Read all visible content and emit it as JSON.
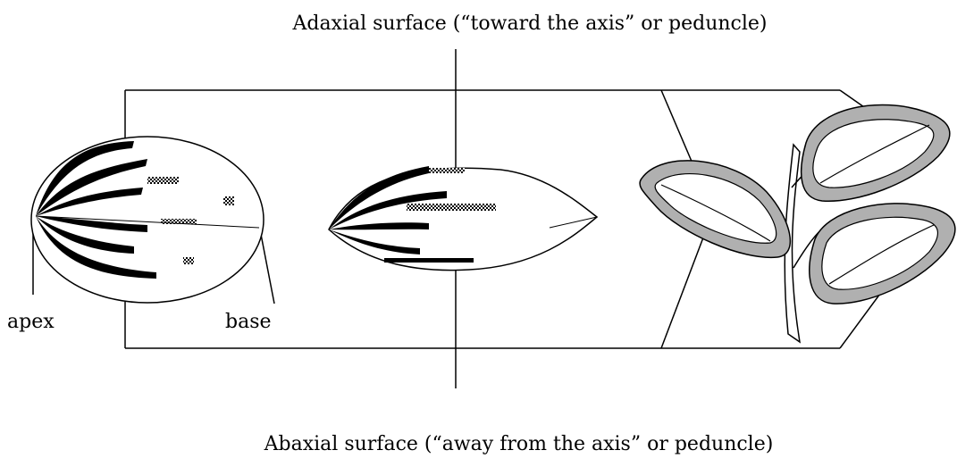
{
  "labels": {
    "adaxial": "Adaxial surface (“toward the axis” or peduncle)",
    "abaxial": "Abaxial surface (“away from the axis” or peduncle)",
    "apex": "apex",
    "base": "base"
  },
  "colors": {
    "line": "#000000",
    "shell": "#b0b0b0",
    "background": "#ffffff"
  }
}
